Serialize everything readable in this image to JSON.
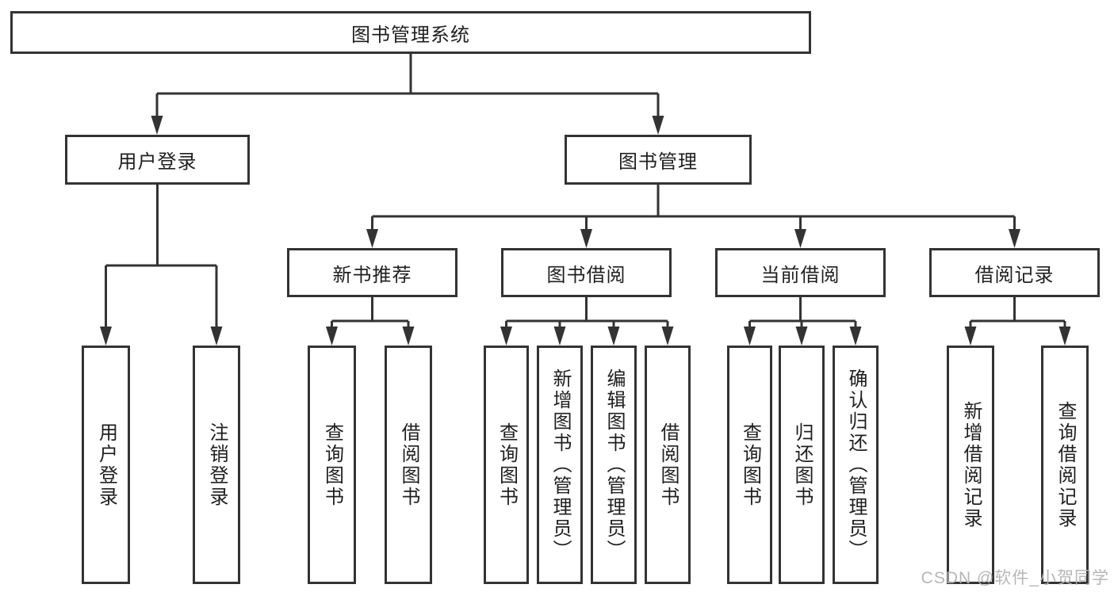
{
  "diagram": {
    "root": {
      "label": "图书管理系统"
    },
    "level2": [
      {
        "label": "用户登录"
      },
      {
        "label": "图书管理"
      }
    ],
    "level3": [
      {
        "label": "新书推荐"
      },
      {
        "label": "图书借阅"
      },
      {
        "label": "当前借阅"
      },
      {
        "label": "借阅记录"
      }
    ],
    "leaves": [
      {
        "label": "用户登录"
      },
      {
        "label": "注销登录"
      },
      {
        "label": "查询图书"
      },
      {
        "label": "借阅图书"
      },
      {
        "label": "查询图书"
      },
      {
        "label": "新增图书（管理员）"
      },
      {
        "label": "编辑图书（管理员）"
      },
      {
        "label": "借阅图书"
      },
      {
        "label": "查询图书"
      },
      {
        "label": "归还图书"
      },
      {
        "label": "确认归还（管理员）"
      },
      {
        "label": "新增借阅记录"
      },
      {
        "label": "查询借阅记录"
      }
    ],
    "colors": {
      "line": "#333333",
      "box_background": "#ffffff",
      "text": "#1f1f1f",
      "watermark": "#b2b2b2"
    },
    "watermark": "CSDN @软件_小贺同学"
  }
}
